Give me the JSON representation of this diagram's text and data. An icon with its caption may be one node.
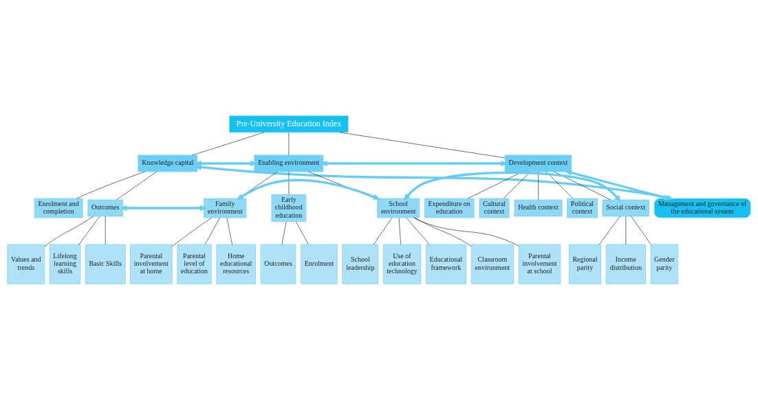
{
  "diagram": {
    "nodes": [
      {
        "text": [
          "Pre-University Education Index"
        ]
      },
      {
        "text": [
          "Knowledge capital"
        ]
      },
      {
        "text": [
          "Enabling environment"
        ]
      },
      {
        "text": [
          "Development context"
        ]
      },
      {
        "text": [
          "Enrolment and completion"
        ]
      },
      {
        "text": [
          "Outcomes"
        ]
      },
      {
        "text": [
          "Family environment"
        ]
      },
      {
        "text": [
          "Early childhood education"
        ]
      },
      {
        "text": [
          "School environment"
        ]
      },
      {
        "text": [
          "Expenditure on education"
        ]
      },
      {
        "text": [
          "Cultural context"
        ]
      },
      {
        "text": [
          "Health context"
        ]
      },
      {
        "text": [
          "Political context"
        ]
      },
      {
        "text": [
          "Social context"
        ]
      },
      {
        "text": [
          "Values and trends"
        ]
      },
      {
        "text": [
          "Lifelong learning skills"
        ]
      },
      {
        "text": [
          "Basic Skills"
        ]
      },
      {
        "text": [
          "Parental involvement at home"
        ]
      },
      {
        "text": [
          "Parental level of education"
        ]
      },
      {
        "text": [
          "Home educational resources"
        ]
      },
      {
        "text": [
          "Outcomes"
        ]
      },
      {
        "text": [
          "Enrolment"
        ]
      },
      {
        "text": [
          "School leadership"
        ]
      },
      {
        "text": [
          "Use of education technology"
        ]
      },
      {
        "text": [
          "Educational framework"
        ]
      },
      {
        "text": [
          "Classroom environment"
        ]
      },
      {
        "text": [
          "Parental involvement at school"
        ]
      },
      {
        "text": [
          "Regional parity"
        ]
      },
      {
        "text": [
          "Income distribution"
        ]
      },
      {
        "text": [
          "Gender parity"
        ]
      },
      {
        "text": [
          "Management and governance of the educational system"
        ]
      }
    ],
    "edges": [
      {
        "from": 0,
        "to": 1,
        "arrow": "none"
      },
      {
        "from": 0,
        "to": 2,
        "arrow": "none"
      },
      {
        "from": 0,
        "to": 3,
        "arrow": "none"
      },
      {
        "from": 1,
        "to": 2,
        "arrow": "both",
        "style": "thick",
        "color": "#66ccf5"
      },
      {
        "from": 2,
        "to": 3,
        "arrow": "both",
        "style": "thick",
        "color": "#66ccf5"
      },
      {
        "from": 1,
        "to": 4,
        "arrow": "none"
      },
      {
        "from": 1,
        "to": 5,
        "arrow": "none"
      },
      {
        "from": 2,
        "to": 6,
        "arrow": "none"
      },
      {
        "from": 2,
        "to": 7,
        "arrow": "none"
      },
      {
        "from": 2,
        "to": 8,
        "arrow": "none"
      },
      {
        "from": 3,
        "to": 9,
        "arrow": "none"
      },
      {
        "from": 3,
        "to": 10,
        "arrow": "none"
      },
      {
        "from": 3,
        "to": 11,
        "arrow": "none"
      },
      {
        "from": 3,
        "to": 12,
        "arrow": "none"
      },
      {
        "from": 3,
        "to": 13,
        "arrow": "none"
      },
      {
        "from": 5,
        "to": 6,
        "arrow": "both",
        "style": "thick",
        "color": "#66ccf5"
      },
      {
        "from": 6,
        "to": 8,
        "arrow": "both",
        "style": "thick",
        "color": "#66ccf5"
      },
      {
        "from": 8,
        "to": 13,
        "arrow": "both",
        "style": "thick",
        "color": "#66ccf5"
      },
      {
        "from": 5,
        "to": 14,
        "arrow": "none"
      },
      {
        "from": 5,
        "to": 15,
        "arrow": "none"
      },
      {
        "from": 5,
        "to": 16,
        "arrow": "none"
      },
      {
        "from": 6,
        "to": 17,
        "arrow": "none"
      },
      {
        "from": 6,
        "to": 18,
        "arrow": "none"
      },
      {
        "from": 6,
        "to": 19,
        "arrow": "none"
      },
      {
        "from": 7,
        "to": 20,
        "arrow": "none"
      },
      {
        "from": 7,
        "to": 21,
        "arrow": "none"
      },
      {
        "from": 8,
        "to": 22,
        "arrow": "none"
      },
      {
        "from": 8,
        "to": 23,
        "arrow": "none"
      },
      {
        "from": 8,
        "to": 24,
        "arrow": "none"
      },
      {
        "from": 8,
        "to": 25,
        "arrow": "none"
      },
      {
        "from": 8,
        "to": 26,
        "arrow": "none"
      },
      {
        "from": 13,
        "to": 27,
        "arrow": "none"
      },
      {
        "from": 13,
        "to": 28,
        "arrow": "none"
      },
      {
        "from": 13,
        "to": 29,
        "arrow": "none"
      },
      {
        "from": 1,
        "to": 30,
        "arrow": "both",
        "style": "thick",
        "color": "#66ccf5"
      },
      {
        "from": 3,
        "to": 30,
        "arrow": "both",
        "style": "thick",
        "color": "#66ccf5"
      }
    ]
  }
}
